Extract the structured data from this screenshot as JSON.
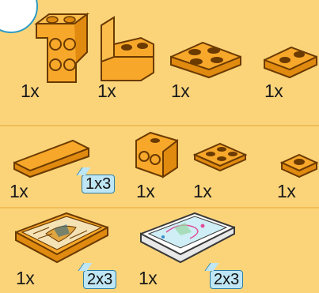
{
  "parts_list": {
    "row1": [
      {
        "quantity": "1x",
        "name": "bracket-2x2-part"
      },
      {
        "quantity": "1x",
        "name": "bracket-1x2-part"
      },
      {
        "quantity": "1x",
        "name": "plate-2x2-part"
      },
      {
        "quantity": "1x",
        "name": "plate-1x2-part"
      }
    ],
    "row2": [
      {
        "quantity": "1x",
        "size": "1x3",
        "name": "tile-1x3-part"
      },
      {
        "quantity": "1x",
        "name": "bracket-1x2-small-part"
      },
      {
        "quantity": "1x",
        "name": "plate-2x2-round-part"
      },
      {
        "quantity": "1x",
        "name": "plate-1x1-round-part"
      }
    ],
    "row3": [
      {
        "quantity": "1x",
        "size": "2x3",
        "name": "printed-tile-pharaoh-part"
      },
      {
        "quantity": "1x",
        "size": "2x3",
        "name": "printed-tile-map-part"
      }
    ]
  },
  "colors": {
    "background": "#fbd47a",
    "brick": "#f7a82a",
    "brick_dark": "#e08a10",
    "outline": "#6b3a00",
    "callout": "#bfe6f4",
    "callout_border": "#2e7fa7"
  }
}
